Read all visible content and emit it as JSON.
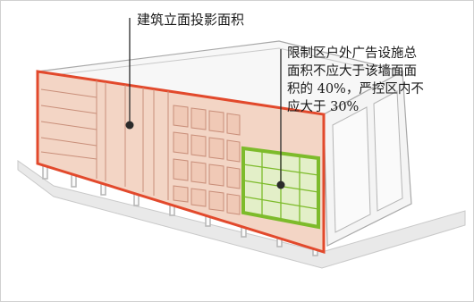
{
  "annotations": {
    "facade_label": "建筑立面投影面积",
    "limit_lines": [
      "限制区户外广告设施总",
      "面积不应大于该墙面面",
      "积的 40%，严控区内不",
      "应大于 30%"
    ]
  },
  "colors": {
    "facade_outline": "#e2492c",
    "facade_fill": "#f3d5c5",
    "ad_outline": "#7dbb2b",
    "ad_fill": "#e3efc8",
    "building_gray": "#f2f2f2",
    "line_gray": "#9a9a9a",
    "leader_dark": "#2b2b2b"
  }
}
